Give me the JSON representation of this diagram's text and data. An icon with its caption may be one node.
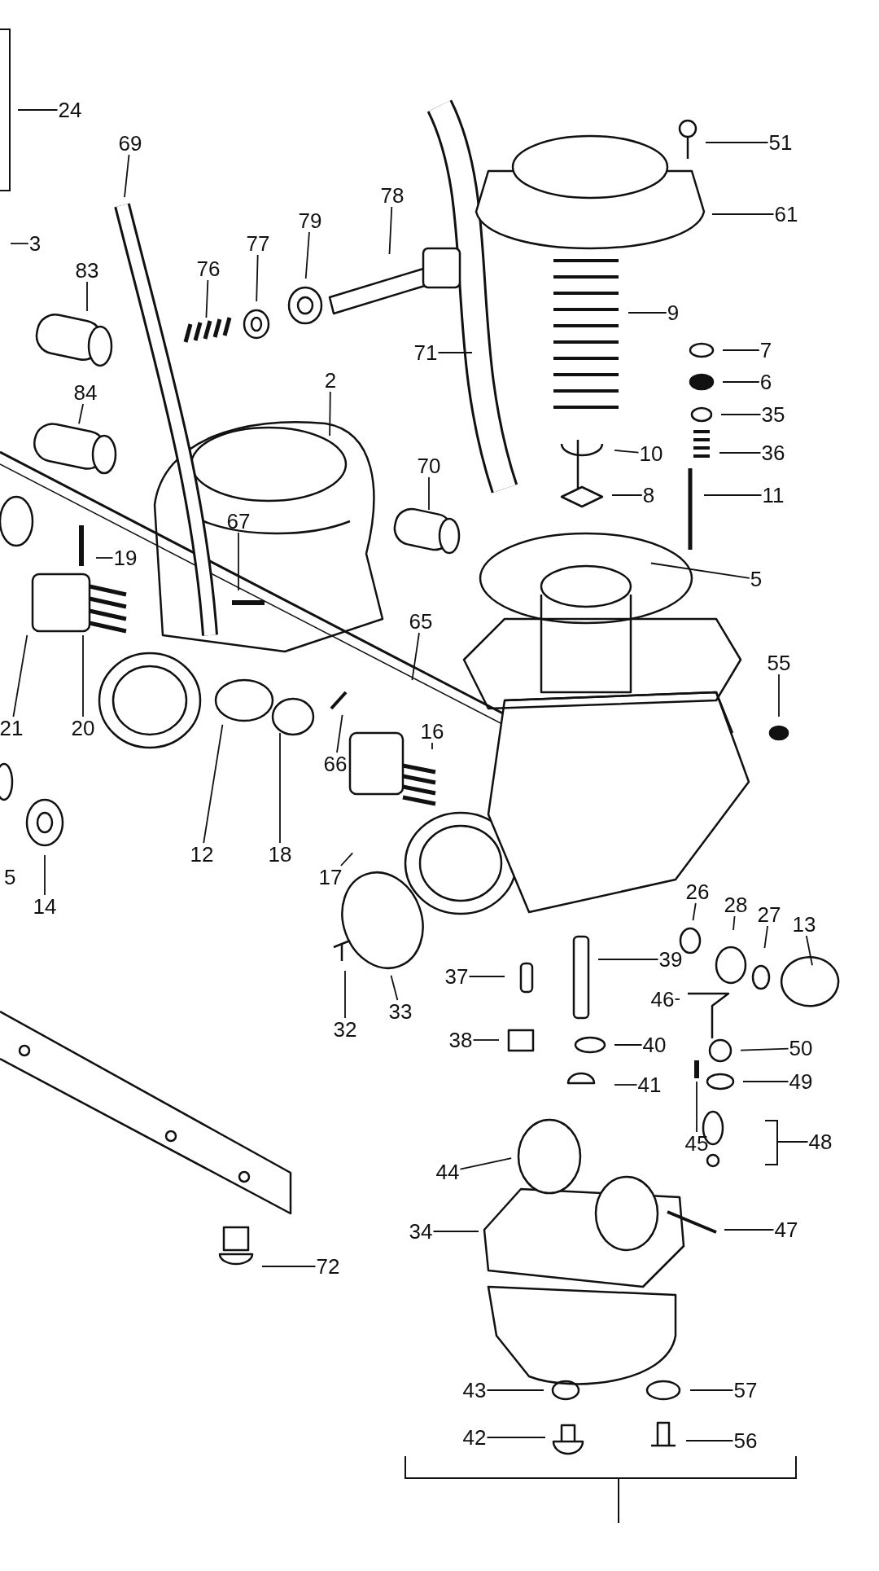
{
  "diagram": {
    "nodes": [
      {
        "text": [
          "24"
        ]
      },
      {
        "text": [
          "69"
        ]
      },
      {
        "text": [
          "51"
        ]
      },
      {
        "text": [
          "61"
        ]
      },
      {
        "text": [
          "78"
        ]
      },
      {
        "text": [
          "79"
        ]
      },
      {
        "text": [
          "3"
        ]
      },
      {
        "text": [
          "77"
        ]
      },
      {
        "text": [
          "83"
        ]
      },
      {
        "text": [
          "76"
        ]
      },
      {
        "text": [
          "9"
        ]
      },
      {
        "text": [
          "71"
        ]
      },
      {
        "text": [
          "7"
        ]
      },
      {
        "text": [
          "6"
        ]
      },
      {
        "text": [
          "2"
        ]
      },
      {
        "text": [
          "84"
        ]
      },
      {
        "text": [
          "35"
        ]
      },
      {
        "text": [
          "36"
        ]
      },
      {
        "text": [
          "10"
        ]
      },
      {
        "text": [
          "70"
        ]
      },
      {
        "text": [
          "8"
        ]
      },
      {
        "text": [
          "11"
        ]
      },
      {
        "text": [
          "67"
        ]
      },
      {
        "text": [
          "19"
        ]
      },
      {
        "text": [
          "5"
        ]
      },
      {
        "text": [
          "65"
        ]
      },
      {
        "text": [
          "55"
        ]
      },
      {
        "text": [
          "21"
        ]
      },
      {
        "text": [
          "20"
        ]
      },
      {
        "text": [
          "16"
        ]
      },
      {
        "text": [
          "66"
        ]
      },
      {
        "text": [
          "12"
        ]
      },
      {
        "text": [
          "18"
        ]
      },
      {
        "text": [
          "17"
        ]
      },
      {
        "text": [
          "14"
        ]
      },
      {
        "text": [
          "26"
        ]
      },
      {
        "text": [
          "28"
        ]
      },
      {
        "text": [
          "27"
        ]
      },
      {
        "text": [
          "13"
        ]
      },
      {
        "text": [
          "39"
        ]
      },
      {
        "text": [
          "37"
        ]
      },
      {
        "text": [
          "33"
        ]
      },
      {
        "text": [
          "46"
        ]
      },
      {
        "text": [
          "32"
        ]
      },
      {
        "text": [
          "38"
        ]
      },
      {
        "text": [
          "40"
        ]
      },
      {
        "text": [
          "50"
        ]
      },
      {
        "text": [
          "41"
        ]
      },
      {
        "text": [
          "49"
        ]
      },
      {
        "text": [
          "45"
        ]
      },
      {
        "text": [
          "48"
        ]
      },
      {
        "text": [
          "44"
        ]
      },
      {
        "text": [
          "47"
        ]
      },
      {
        "text": [
          "34"
        ]
      },
      {
        "text": [
          "72"
        ]
      },
      {
        "text": [
          "43"
        ]
      },
      {
        "text": [
          "57"
        ]
      },
      {
        "text": [
          "42"
        ]
      },
      {
        "text": [
          "56"
        ]
      }
    ],
    "edges": [
      {
        "from": 0,
        "to": null,
        "arrow": "none"
      },
      {
        "from": 1,
        "to": null,
        "arrow": "none"
      },
      {
        "from": 2,
        "to": null,
        "arrow": "none"
      },
      {
        "from": 3,
        "to": null,
        "arrow": "none"
      },
      {
        "from": 4,
        "to": null,
        "arrow": "none"
      },
      {
        "from": 5,
        "to": null,
        "arrow": "none"
      },
      {
        "from": 6,
        "to": null,
        "arrow": "none"
      },
      {
        "from": 7,
        "to": null,
        "arrow": "none"
      },
      {
        "from": 8,
        "to": null,
        "arrow": "none"
      },
      {
        "from": 9,
        "to": null,
        "arrow": "none"
      },
      {
        "from": 10,
        "to": null,
        "arrow": "none"
      },
      {
        "from": 11,
        "to": null,
        "arrow": "none"
      },
      {
        "from": 12,
        "to": null,
        "arrow": "none"
      },
      {
        "from": 13,
        "to": null,
        "arrow": "none"
      },
      {
        "from": 14,
        "to": null,
        "arrow": "none"
      },
      {
        "from": 15,
        "to": null,
        "arrow": "none"
      },
      {
        "from": 16,
        "to": null,
        "arrow": "none"
      },
      {
        "from": 17,
        "to": null,
        "arrow": "none"
      },
      {
        "from": 18,
        "to": null,
        "arrow": "none"
      },
      {
        "from": 19,
        "to": null,
        "arrow": "none"
      },
      {
        "from": 20,
        "to": null,
        "arrow": "none"
      },
      {
        "from": 21,
        "to": null,
        "arrow": "none"
      },
      {
        "from": 22,
        "to": null,
        "arrow": "none"
      },
      {
        "from": 23,
        "to": null,
        "arrow": "none"
      },
      {
        "from": 24,
        "to": null,
        "arrow": "none"
      },
      {
        "from": 25,
        "to": null,
        "arrow": "none"
      },
      {
        "from": 26,
        "to": null,
        "arrow": "none"
      },
      {
        "from": 27,
        "to": null,
        "arrow": "none"
      },
      {
        "from": 28,
        "to": null,
        "arrow": "none"
      },
      {
        "from": 29,
        "to": null,
        "arrow": "none"
      },
      {
        "from": 30,
        "to": null,
        "arrow": "none"
      },
      {
        "from": 31,
        "to": null,
        "arrow": "none"
      },
      {
        "from": 32,
        "to": null,
        "arrow": "none"
      },
      {
        "from": 33,
        "to": null,
        "arrow": "none"
      },
      {
        "from": 34,
        "to": null,
        "arrow": "none"
      },
      {
        "from": 35,
        "to": null,
        "arrow": "none"
      },
      {
        "from": 36,
        "to": null,
        "arrow": "none"
      },
      {
        "from": 37,
        "to": null,
        "arrow": "none"
      },
      {
        "from": 38,
        "to": null,
        "arrow": "none"
      },
      {
        "from": 39,
        "to": null,
        "arrow": "none"
      },
      {
        "from": 40,
        "to": null,
        "arrow": "none"
      },
      {
        "from": 41,
        "to": null,
        "arrow": "none"
      },
      {
        "from": 42,
        "to": null,
        "arrow": "none"
      },
      {
        "from": 43,
        "to": null,
        "arrow": "none"
      },
      {
        "from": 44,
        "to": null,
        "arrow": "none"
      },
      {
        "from": 45,
        "to": null,
        "arrow": "none"
      },
      {
        "from": 46,
        "to": null,
        "arrow": "none"
      },
      {
        "from": 47,
        "to": null,
        "arrow": "none"
      },
      {
        "from": 48,
        "to": null,
        "arrow": "none"
      },
      {
        "from": 49,
        "to": null,
        "arrow": "none"
      },
      {
        "from": 50,
        "to": null,
        "arrow": "none"
      },
      {
        "from": 51,
        "to": null,
        "arrow": "none"
      },
      {
        "from": 52,
        "to": null,
        "arrow": "none"
      },
      {
        "from": 53,
        "to": null,
        "arrow": "none"
      },
      {
        "from": 54,
        "to": null,
        "arrow": "none"
      },
      {
        "from": 55,
        "to": null,
        "arrow": "none"
      },
      {
        "from": 56,
        "to": null,
        "arrow": "none"
      },
      {
        "from": 57,
        "to": null,
        "arrow": "none"
      },
      {
        "from": 58,
        "to": null,
        "arrow": "none"
      }
    ],
    "labels": [
      "5"
    ]
  }
}
